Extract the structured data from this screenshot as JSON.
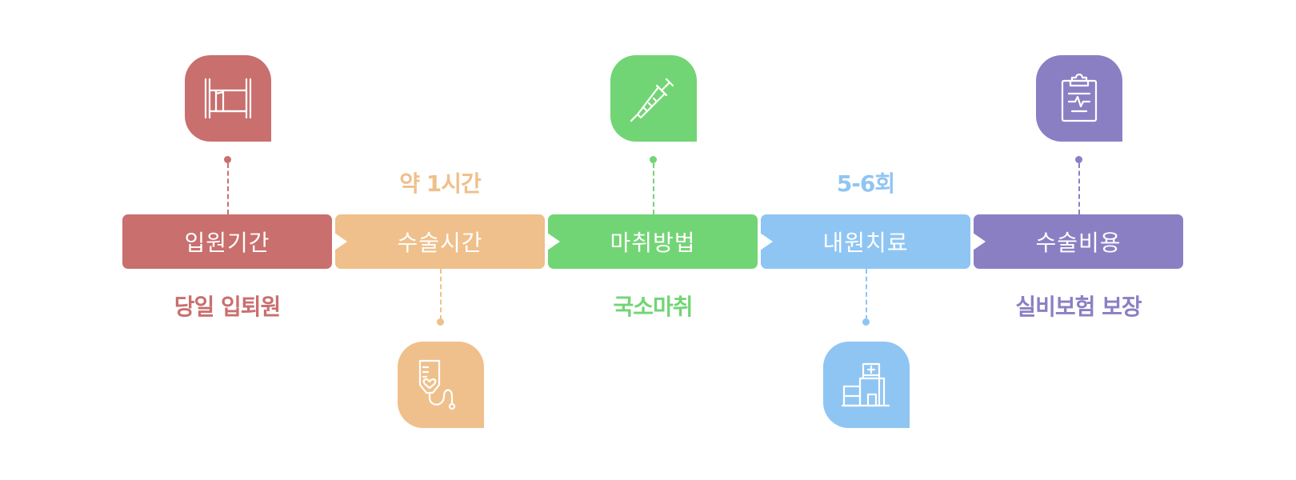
{
  "steps": [
    {
      "label": "입원기간",
      "note": "당일 입퇴원",
      "icon": "bed-icon",
      "color": "#c96f6e",
      "placement": "icon-above"
    },
    {
      "label": "수술시간",
      "note": "약 1시간",
      "icon": "iv-drip-icon",
      "color": "#efc08b",
      "placement": "icon-below"
    },
    {
      "label": "마취방법",
      "note": "국소마취",
      "icon": "syringe-icon",
      "color": "#72d575",
      "placement": "icon-above"
    },
    {
      "label": "내원치료",
      "note": "5-6회",
      "icon": "hospital-icon",
      "color": "#8fc5f3",
      "placement": "icon-below"
    },
    {
      "label": "수술비용",
      "note": "실비보험 보장",
      "icon": "clipboard-icon",
      "color": "#8b7fc4",
      "placement": "icon-above"
    }
  ]
}
